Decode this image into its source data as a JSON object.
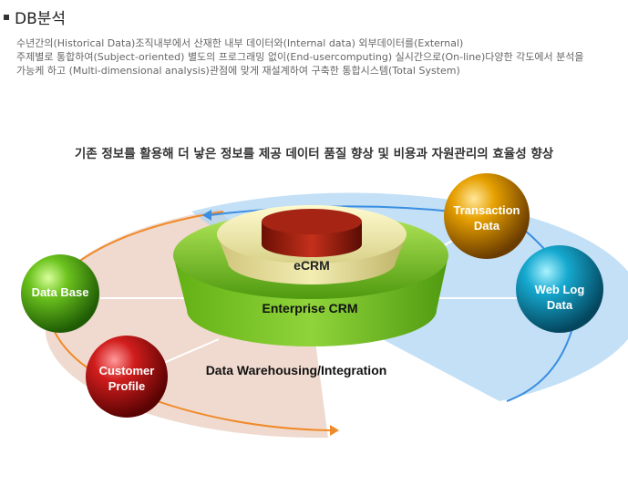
{
  "page": {
    "title": "DB분석",
    "description_lines": [
      "수년간의(Historical Data)조직내부에서 산재한 내부 데이터와(Internal data) 외부데이터를(External)",
      "주제별로 통합하여(Subject-oriented) 별도의 프로그래밍 없이(End-usercomputing) 실시간으로(On-line)다양한 각도에서 분석을",
      "가능케 하고 (Multi-dimensional analysis)관점에 맞게 재설계하여 구축한 통합시스템(Total System)"
    ],
    "headline": "기존 정보를 활용해 더 낳은 정보를 제공 데이터 품질 향상 및 비용과 자원관리의 효율성 향상"
  },
  "diagram": {
    "layers": {
      "inner": "eCRM",
      "middle": "Enterprise CRM",
      "base": "Data Warehousing/Integration"
    },
    "spheres": [
      {
        "id": "database",
        "label": "Data Base",
        "color": "#3a9a10"
      },
      {
        "id": "customer",
        "label": "Customer Profile",
        "color": "#b50d0d"
      },
      {
        "id": "transaction",
        "label": "Transaction Data",
        "color": "#c78a00"
      },
      {
        "id": "weblog",
        "label": "Web Log Data",
        "color": "#0d8fb0"
      }
    ]
  }
}
